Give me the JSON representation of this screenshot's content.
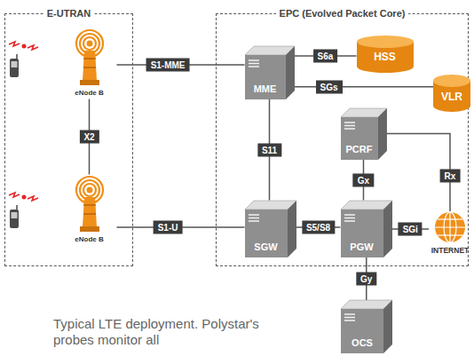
{
  "diagram": {
    "caption": "Typical LTE deployment. Polystar's probes monitor all",
    "nodes": [
      {
        "text": [
          "E-UTRAN"
        ]
      },
      {
        "text": [
          "eNode B"
        ],
        "in": 0
      },
      {
        "text": [
          "eNode B"
        ],
        "in": 0
      },
      {
        "text": [
          "EPC (Evolved Packet Core)"
        ]
      },
      {
        "text": [
          "MME"
        ],
        "in": 3
      },
      {
        "text": [
          "HSS"
        ],
        "in": 3
      },
      {
        "text": [
          "VLR"
        ]
      },
      {
        "text": [
          "PCRF"
        ],
        "in": 3
      },
      {
        "text": [
          "SGW"
        ],
        "in": 3
      },
      {
        "text": [
          "PGW"
        ],
        "in": 3
      },
      {
        "text": [
          "INTERNET"
        ]
      },
      {
        "text": [
          "OCS"
        ]
      }
    ],
    "edges": [
      {
        "from": 1,
        "to": 4,
        "label": "S1-MME",
        "arrow": "none"
      },
      {
        "from": 1,
        "to": 2,
        "label": "X2",
        "arrow": "none"
      },
      {
        "from": 4,
        "to": 5,
        "label": "S6a",
        "arrow": "none"
      },
      {
        "from": 4,
        "to": 6,
        "label": "SGs",
        "arrow": "none"
      },
      {
        "from": 4,
        "to": 8,
        "label": "S11",
        "arrow": "none"
      },
      {
        "from": 2,
        "to": 8,
        "label": "S1-U",
        "arrow": "none"
      },
      {
        "from": 8,
        "to": 9,
        "label": "S5/S8",
        "arrow": "none"
      },
      {
        "from": 7,
        "to": 9,
        "label": "Gx",
        "arrow": "none"
      },
      {
        "from": 9,
        "to": 10,
        "label": "SGi",
        "arrow": "none"
      },
      {
        "from": 7,
        "to": 10,
        "label": "Rx",
        "arrow": "none"
      },
      {
        "from": 9,
        "to": 11,
        "label": "Gy",
        "arrow": "none"
      }
    ]
  }
}
